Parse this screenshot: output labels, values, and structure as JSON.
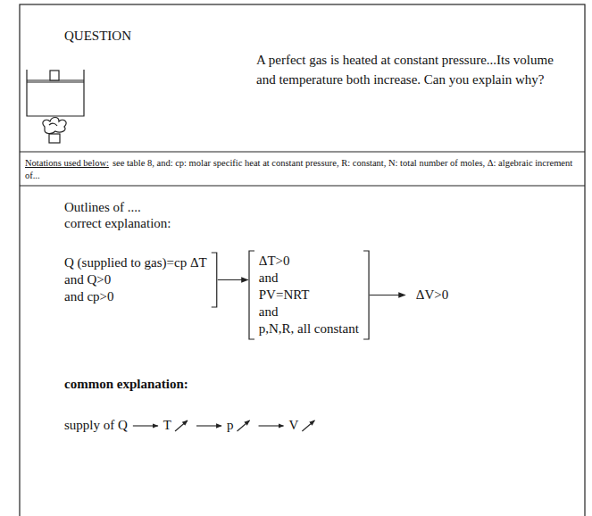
{
  "diagram": {
    "nodes": [
      {
        "text": [
          "Q (supplied to gas)=cp ΔT",
          "and Q>0",
          "and cp>0"
        ]
      },
      {
        "text": [
          "ΔT>0",
          "and",
          "PV=NRT",
          "and",
          "p,N,R, all constant"
        ]
      },
      {
        "text": [
          "ΔV>0"
        ]
      }
    ],
    "edges": [
      {
        "from": 0,
        "to": 1,
        "arrow": "to"
      },
      {
        "from": 1,
        "to": 2,
        "arrow": "to"
      }
    ],
    "labels": [
      "QUESTION",
      "A perfect gas is heated at constant pressure...Its volume and temperature both increase. Can you explain why?",
      "Notations used below:",
      "see table 8, and: cp: molar specific heat at constant pressure, R: constant, N: total number of moles, Δ: algebraic increment of...",
      "Outlines of ....",
      "correct explanation:",
      "common explanation:",
      "supply of Q",
      "T",
      "p",
      "V"
    ]
  }
}
